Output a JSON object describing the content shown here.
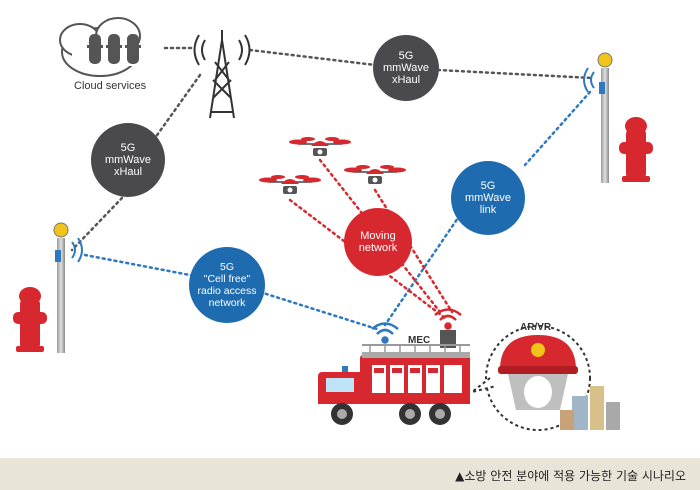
{
  "cloud": {
    "label": "Cloud services"
  },
  "bubbles": {
    "xhaul_top": [
      "5G",
      "mmWave",
      "xHaul"
    ],
    "xhaul_left": [
      "5G",
      "mmWave",
      "xHaul"
    ],
    "mmwave_link": [
      "5G",
      "mmWave",
      "link"
    ],
    "cell_free": [
      "5G",
      "\"Cell free\"",
      "radio access",
      "network"
    ],
    "moving_network": [
      "Moving",
      "network"
    ]
  },
  "labels": {
    "mec": "MEC",
    "ar_vr": "AR/VR"
  },
  "caption": "▲소방 안전 분야에 적용 가능한 기술 시나리오",
  "colors": {
    "dark_bubble": "#4a4a4c",
    "blue_bubble": "#1e6bb0",
    "red_bubble": "#d8282f",
    "link_dark": "#555555",
    "link_blue": "#2f79c0",
    "link_red": "#d8282f",
    "caption_bg": "#e9e4d8"
  }
}
